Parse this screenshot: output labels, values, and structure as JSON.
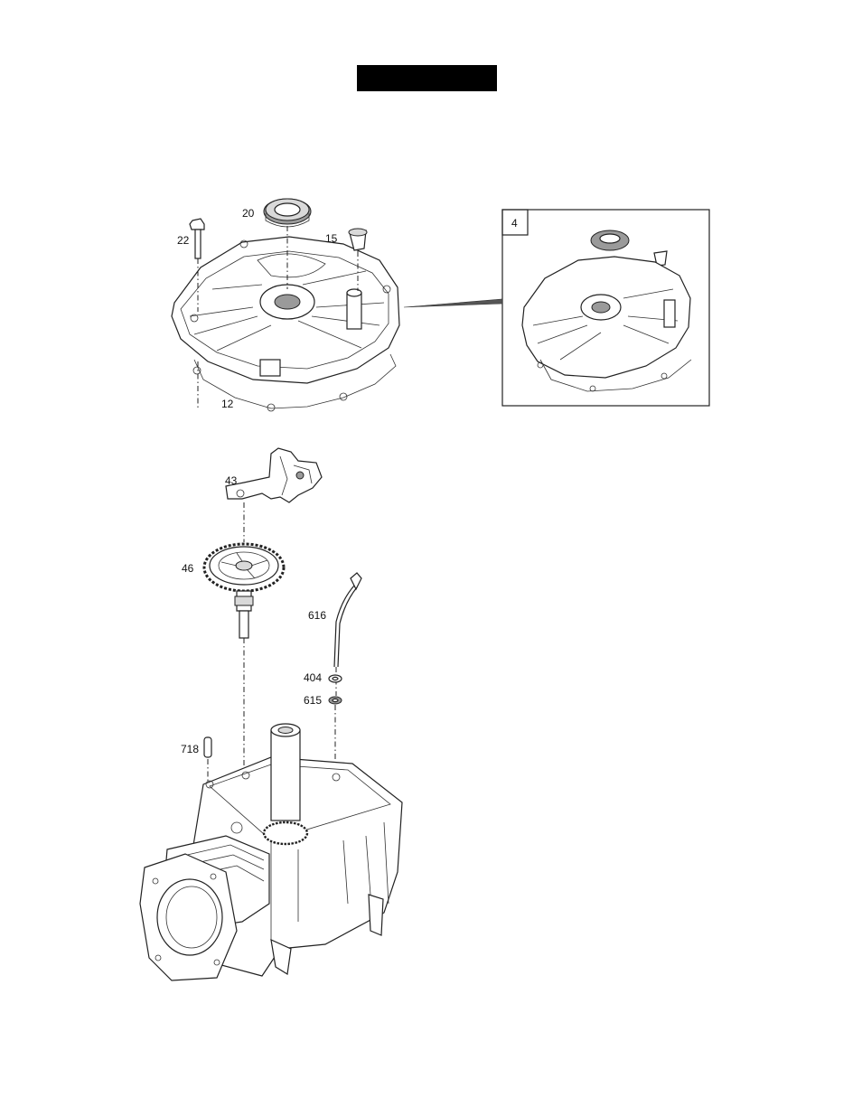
{
  "header": {
    "text": ""
  },
  "callouts": {
    "p20": "20",
    "p22": "22",
    "p15": "15",
    "p12": "12",
    "p4": "4",
    "p43": "43",
    "p46": "46",
    "p616": "616",
    "p404": "404",
    "p615": "615",
    "p718": "718"
  }
}
